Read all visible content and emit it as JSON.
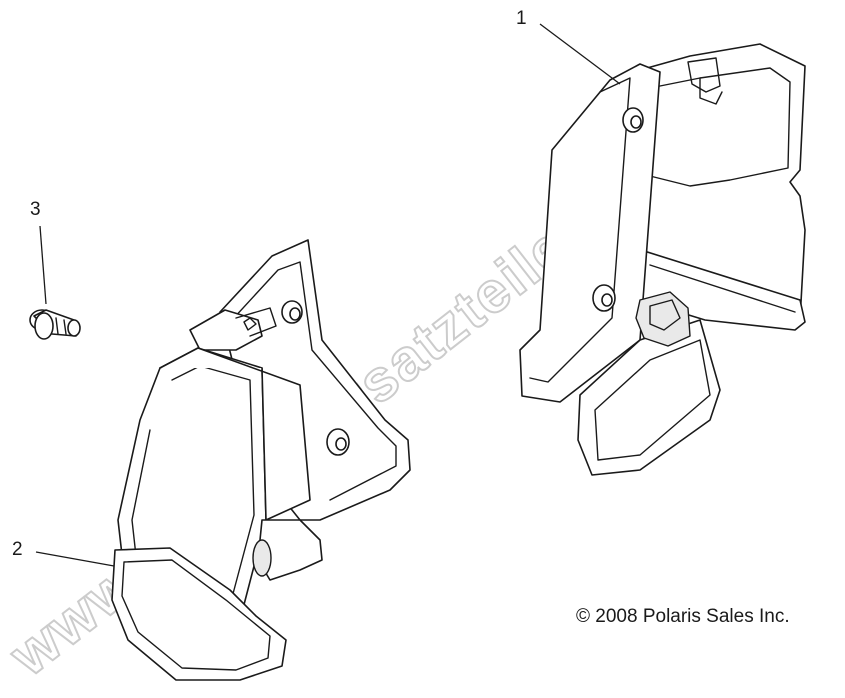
{
  "callouts": [
    {
      "label": "1"
    },
    {
      "label": "2"
    },
    {
      "label": "3"
    }
  ],
  "copyright": "© 2008 Polaris Sales Inc.",
  "watermark": "www.polaris-ersatzteile.de",
  "colors": {
    "line": "#1a1a1a",
    "watermark": "#cccccc",
    "background": "#ffffff"
  }
}
